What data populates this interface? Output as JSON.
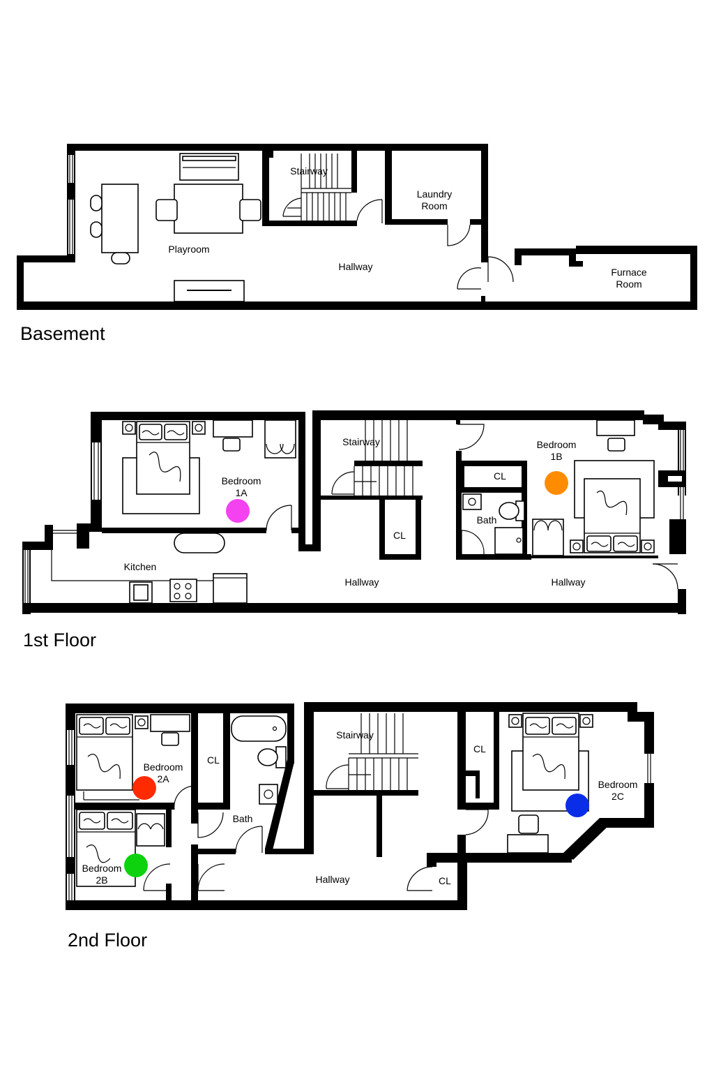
{
  "floors": {
    "basement": {
      "title": "Basement",
      "rooms": {
        "stairway": "Stairway",
        "laundry_1": "Laundry",
        "laundry_2": "Room",
        "playroom": "Playroom",
        "hallway": "Hallway",
        "furnace_1": "Furnace",
        "furnace_2": "Room"
      }
    },
    "first": {
      "title": "1st Floor",
      "rooms": {
        "bedroom1a_1": "Bedroom",
        "bedroom1a_2": "1A",
        "stairway": "Stairway",
        "bedroom1b_1": "Bedroom",
        "bedroom1b_2": "1B",
        "cl_bath": "CL",
        "bath": "Bath",
        "cl_stair": "CL",
        "kitchen": "Kitchen",
        "hallway_left": "Hallway",
        "hallway_right": "Hallway"
      }
    },
    "second": {
      "title": "2nd Floor",
      "rooms": {
        "bedroom2a_1": "Bedroom",
        "bedroom2a_2": "2A",
        "cl_2a": "CL",
        "bath": "Bath",
        "stairway": "Stairway",
        "cl_2c": "CL",
        "bedroom2c_1": "Bedroom",
        "bedroom2c_2": "2C",
        "bedroom2b_1": "Bedroom",
        "bedroom2b_2": "2B",
        "hallway": "Hallway",
        "cl_hall": "CL"
      }
    }
  },
  "markers": {
    "bedroom_1a": "#f542f0",
    "bedroom_1b": "#ff8c00",
    "bedroom_2a": "#ff2a00",
    "bedroom_2b": "#0fd20f",
    "bedroom_2c": "#0a2ee8"
  }
}
